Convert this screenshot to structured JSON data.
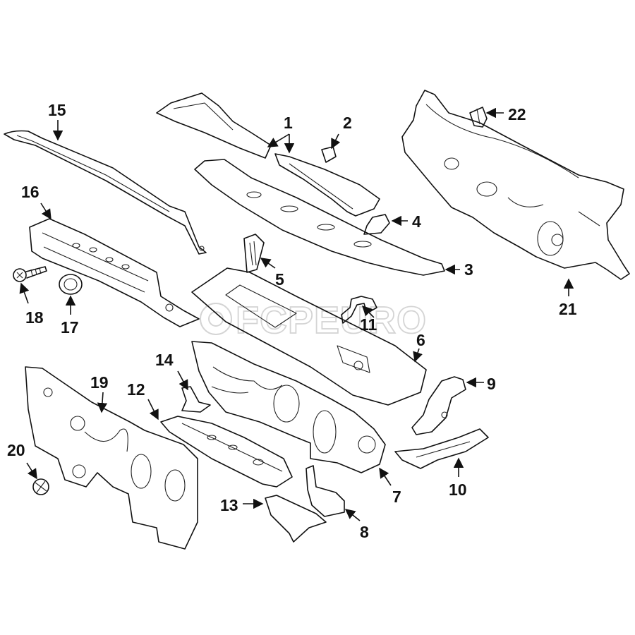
{
  "watermark": {
    "text": "FCPEURO",
    "color": "#d4d4d4"
  },
  "colors": {
    "line": "#111111",
    "background": "#ffffff"
  },
  "callouts": [
    "1",
    "2",
    "3",
    "4",
    "5",
    "6",
    "7",
    "8",
    "9",
    "10",
    "11",
    "12",
    "13",
    "14",
    "15",
    "16",
    "17",
    "18",
    "19",
    "20",
    "21",
    "22"
  ]
}
